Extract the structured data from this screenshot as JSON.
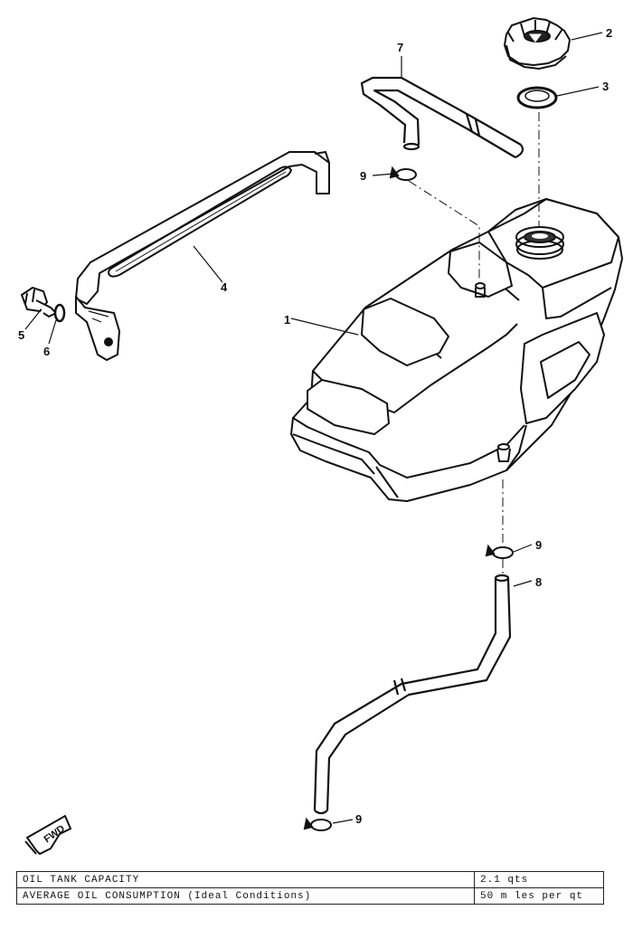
{
  "diagram": {
    "callouts": {
      "c1": "1",
      "c2": "2",
      "c3": "3",
      "c4": "4",
      "c5": "5",
      "c6": "6",
      "c7": "7",
      "c8": "8",
      "c9a": "9",
      "c9b": "9",
      "c9c": "9"
    },
    "fwd_label": "FWD"
  },
  "spec_table": [
    {
      "label": "OIL TANK CAPACITY",
      "value": "2.1 qts"
    },
    {
      "label": "AVERAGE OIL CONSUMPTION (Ideal Conditions)",
      "value": "50 m les per qt"
    }
  ]
}
